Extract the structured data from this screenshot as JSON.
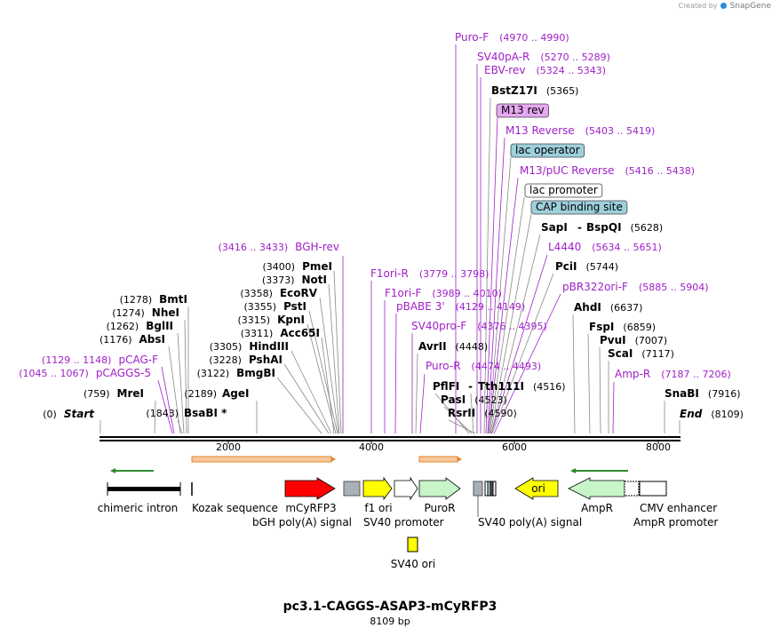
{
  "credit": {
    "prefix": "Created by",
    "brand": "SnapGene"
  },
  "map": {
    "name": "pc3.1-CAGGS-ASAP3-mCyRFP3",
    "length_label": "8109 bp",
    "ruler_ticks": [
      "2000",
      "4000",
      "6000",
      "8000"
    ]
  },
  "site_labels": [
    {
      "id": "puro-f",
      "name": "Puro-F",
      "pos": "(4970 .. 4990)",
      "kind": "primer"
    },
    {
      "id": "sv40pa-r",
      "name": "SV40pA-R",
      "pos": "(5270 .. 5289)",
      "kind": "primer"
    },
    {
      "id": "ebv-rev",
      "name": "EBV-rev",
      "pos": "(5324 .. 5343)",
      "kind": "primer"
    },
    {
      "id": "bstz17i",
      "name": "BstZ17I",
      "pos": "(5365)",
      "kind": "enzyme"
    },
    {
      "id": "m13-rev",
      "name": "M13 rev",
      "pos": "",
      "kind": "feature-box",
      "fill": "#e6a8f0"
    },
    {
      "id": "m13-reverse",
      "name": "M13 Reverse",
      "pos": "(5403 .. 5419)",
      "kind": "primer"
    },
    {
      "id": "lac-operator",
      "name": "lac operator",
      "pos": "",
      "kind": "feature-box",
      "fill": "#9ed0dc"
    },
    {
      "id": "m13-puc-reverse",
      "name": "M13/pUC Reverse",
      "pos": "(5416 .. 5438)",
      "kind": "primer"
    },
    {
      "id": "lac-promoter",
      "name": "lac promoter",
      "pos": "",
      "kind": "feature-box",
      "fill": "#ffffff"
    },
    {
      "id": "cap-binding-site",
      "name": "CAP binding site",
      "pos": "",
      "kind": "feature-box",
      "fill": "#9ed0dc"
    },
    {
      "id": "sapi",
      "name": "SapI",
      "pos": "",
      "kind": "enzyme"
    },
    {
      "id": "sapi-dash",
      "name": "-",
      "pos": "",
      "kind": "enzyme-dash"
    },
    {
      "id": "bspqi",
      "name": "BspQI",
      "pos": "(5628)",
      "kind": "enzyme"
    },
    {
      "id": "l4440",
      "name": "L4440",
      "pos": "(5634 .. 5651)",
      "kind": "primer"
    },
    {
      "id": "pcii",
      "name": "PciI",
      "pos": "(5744)",
      "kind": "enzyme"
    },
    {
      "id": "pbr322ori-f",
      "name": "pBR322ori-F",
      "pos": "(5885 .. 5904)",
      "kind": "primer"
    },
    {
      "id": "ahdi",
      "name": "AhdI",
      "pos": "(6637)",
      "kind": "enzyme"
    },
    {
      "id": "fspi",
      "name": "FspI",
      "pos": "(6859)",
      "kind": "enzyme"
    },
    {
      "id": "pvui",
      "name": "PvuI",
      "pos": "(7007)",
      "kind": "enzyme"
    },
    {
      "id": "scai",
      "name": "ScaI",
      "pos": "(7117)",
      "kind": "enzyme"
    },
    {
      "id": "amp-r",
      "name": "Amp-R",
      "pos": "(7187 .. 7206)",
      "kind": "primer"
    },
    {
      "id": "snabi",
      "name": "SnaBI",
      "pos": "(7916)",
      "kind": "enzyme"
    },
    {
      "id": "end",
      "name": "End",
      "pos": "(8109)",
      "kind": "end"
    },
    {
      "id": "bgh-rev",
      "name": "BGH-rev",
      "pos": "(3416 .. 3433)",
      "kind": "primer-left"
    },
    {
      "id": "pmei",
      "name": "PmeI",
      "pos": "(3400)",
      "kind": "enzyme-left"
    },
    {
      "id": "noti",
      "name": "NotI",
      "pos": "(3373)",
      "kind": "enzyme-left"
    },
    {
      "id": "ecorv",
      "name": "EcoRV",
      "pos": "(3358)",
      "kind": "enzyme-left"
    },
    {
      "id": "psti",
      "name": "PstI",
      "pos": "(3355)",
      "kind": "enzyme-left"
    },
    {
      "id": "kpni",
      "name": "KpnI",
      "pos": "(3315)",
      "kind": "enzyme-left"
    },
    {
      "id": "acc65i",
      "name": "Acc65I",
      "pos": "(3311)",
      "kind": "enzyme-left"
    },
    {
      "id": "hindiii",
      "name": "HindIII",
      "pos": "(3305)",
      "kind": "enzyme-left"
    },
    {
      "id": "pshai",
      "name": "PshAI",
      "pos": "(3228)",
      "kind": "enzyme-left"
    },
    {
      "id": "bmgbi",
      "name": "BmgBI",
      "pos": "(3122)",
      "kind": "enzyme-left"
    },
    {
      "id": "f1ori-r",
      "name": "F1ori-R",
      "pos": "(3779 .. 3798)",
      "kind": "primer"
    },
    {
      "id": "f1ori-f",
      "name": "F1ori-F",
      "pos": "(3989 .. 4010)",
      "kind": "primer"
    },
    {
      "id": "pbabe-3",
      "name": "pBABE 3'",
      "pos": "(4129 .. 4149)",
      "kind": "primer"
    },
    {
      "id": "sv40pro-f",
      "name": "SV40pro-F",
      "pos": "(4376 .. 4395)",
      "kind": "primer"
    },
    {
      "id": "avrii",
      "name": "AvrII",
      "pos": "(4448)",
      "kind": "enzyme"
    },
    {
      "id": "puro-r",
      "name": "Puro-R",
      "pos": "(4474 .. 4493)",
      "kind": "primer"
    },
    {
      "id": "pflfi",
      "name": "PflFI",
      "pos": "",
      "kind": "enzyme"
    },
    {
      "id": "pflfi-dash",
      "name": "-",
      "pos": "",
      "kind": "enzyme-dash"
    },
    {
      "id": "tth111i",
      "name": "Tth111I",
      "pos": "(4516)",
      "kind": "enzyme"
    },
    {
      "id": "pasi",
      "name": "PasI",
      "pos": "(4523)",
      "kind": "enzyme"
    },
    {
      "id": "rsrii",
      "name": "RsrII",
      "pos": "(4590)",
      "kind": "enzyme"
    },
    {
      "id": "bmti",
      "name": "BmtI",
      "pos": "(1278)",
      "kind": "enzyme-left"
    },
    {
      "id": "nhei",
      "name": "NheI",
      "pos": "(1274)",
      "kind": "enzyme-left"
    },
    {
      "id": "bglii",
      "name": "BglII",
      "pos": "(1262)",
      "kind": "enzyme-left"
    },
    {
      "id": "absi",
      "name": "AbsI",
      "pos": "(1176)",
      "kind": "enzyme-left"
    },
    {
      "id": "pcag-f",
      "name": "pCAG-F",
      "pos": "(1129 .. 1148)",
      "kind": "primer-left"
    },
    {
      "id": "pcaggs-5",
      "name": "pCAGGS-5",
      "pos": "(1045 .. 1067)",
      "kind": "primer-left"
    },
    {
      "id": "mrei",
      "name": "MreI",
      "pos": "(759)",
      "kind": "enzyme-left"
    },
    {
      "id": "agei",
      "name": "AgeI",
      "pos": "(2189)",
      "kind": "enzyme-left"
    },
    {
      "id": "bsabi",
      "name": "BsaBI *",
      "pos": "(1843)",
      "kind": "enzyme-left"
    },
    {
      "id": "start",
      "name": "Start",
      "pos": "(0)",
      "kind": "start"
    }
  ],
  "features": {
    "chimeric_intron": "chimeric intron",
    "kozak": "Kozak sequence",
    "mcyrfp3": "mCyRFP3",
    "bgh_polya": "bGH poly(A) signal",
    "f1_ori": "f1 ori",
    "sv40_promoter": "SV40 promoter",
    "puror": "PuroR",
    "sv40_polya": "SV40 poly(A) signal",
    "ori": "ori",
    "ampr": "AmpR",
    "cmv_enhancer": "CMV enhancer",
    "ampr_promoter": "AmpR promoter",
    "sv40_ori": "SV40 ori"
  },
  "colors": {
    "primer": "#a020c8",
    "enzyme": "#000000",
    "site_line_purple": "#a020c8",
    "mcyrfp3": "#ff0000",
    "f1_ori": "#ffff00",
    "puror": "#c8f5c8",
    "ori": "#ffff00",
    "ampr": "#c8f5c8",
    "orf_arrow": "#ffa500",
    "orf_left_arrow": "#2e8b2e",
    "sv40_ori": "#ffff00"
  }
}
